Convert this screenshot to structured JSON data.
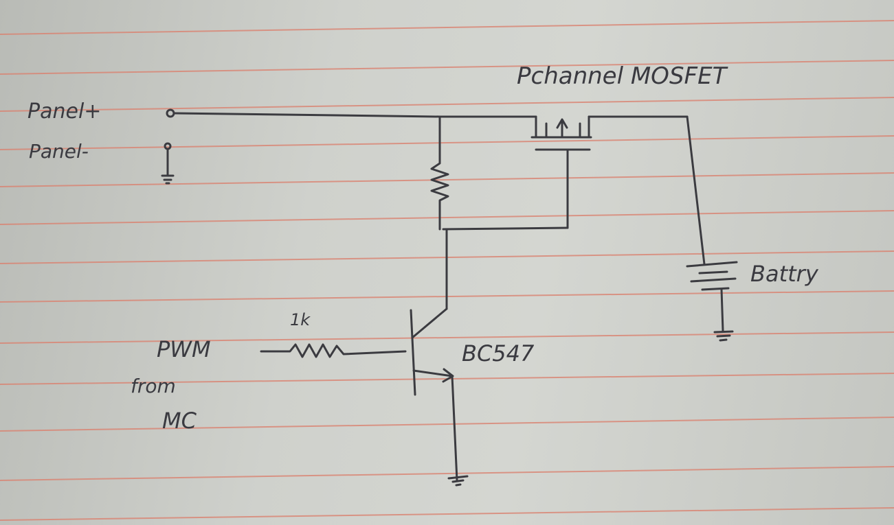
{
  "labels": {
    "mosfet": "Pchannel MOSFET",
    "panel_pos": "Panel+",
    "panel_neg": "Panel-",
    "battery": "Battry",
    "resistor_value": "1k",
    "pwm": "PWM",
    "from": "from",
    "mc": "MC",
    "transistor": "BC547"
  },
  "colors": {
    "ink": "#3b3b40",
    "ruled_line": "#d98270",
    "paper": "#cfd1cc"
  }
}
